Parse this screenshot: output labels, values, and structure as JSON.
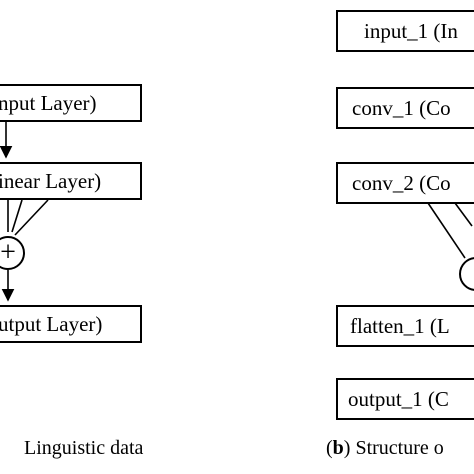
{
  "left": {
    "boxes": [
      "nput Layer)",
      "inear Layer)",
      "utput Layer)"
    ],
    "operator_symbol": "+",
    "caption": "Linguistic data"
  },
  "right": {
    "boxes": [
      "input_1 (In",
      "conv_1 (Co",
      "conv_2 (Co",
      "flatten_1 (L",
      "output_1 (C"
    ],
    "caption_letter": "b",
    "caption_rest": " Structure o"
  },
  "colors": {
    "stroke": "#000000",
    "background": "#ffffff"
  }
}
